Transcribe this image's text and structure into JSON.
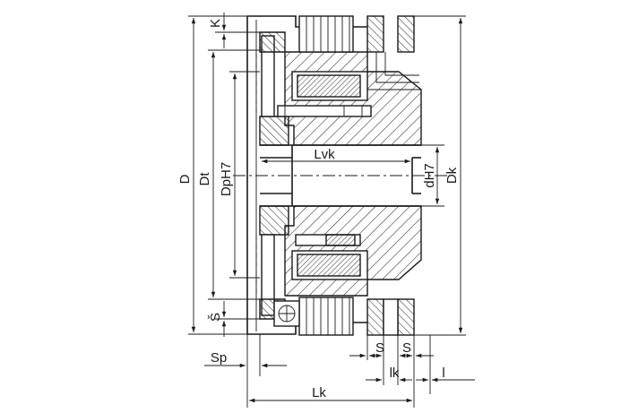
{
  "drawing": {
    "labels": {
      "D": "D",
      "Dt": "Dt",
      "DpH7": "DpH7",
      "K": "K",
      "S_left": "Š",
      "Lvk": "Lvk",
      "dH7": "dH7",
      "Dk": "Dk",
      "Sp": "Sp",
      "S1": "S",
      "S2": "S",
      "lk": "lk",
      "l": "l",
      "Lk": "Lk"
    }
  }
}
